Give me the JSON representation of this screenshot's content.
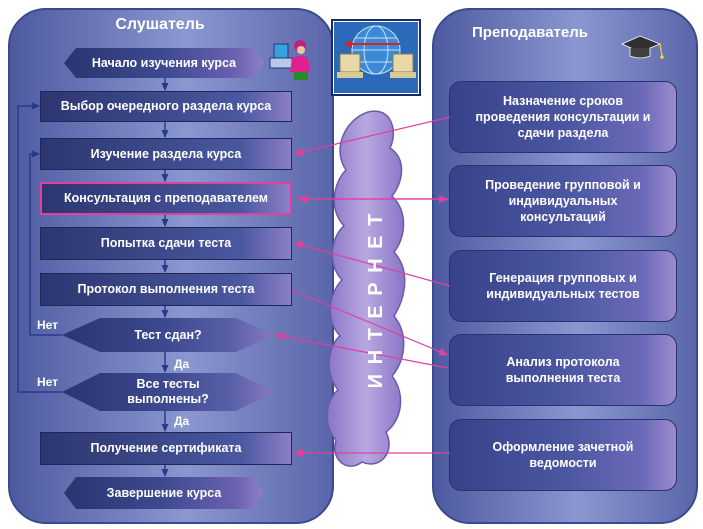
{
  "student": {
    "title": "Слушатель",
    "start": "Начало изучения курса",
    "select_section": "Выбор очередного раздела курса",
    "study_section": "Изучение раздела курса",
    "consultation": "Консультация с преподавателем",
    "test_attempt": "Попытка сдачи теста",
    "test_protocol": "Протокол выполнения теста",
    "test_passed": "Тест сдан?",
    "all_tests": "Все тесты выполнены?",
    "certificate": "Получение сертификата",
    "finish": "Завершение курса",
    "no_label_1": "Нет",
    "no_label_2": "Нет",
    "yes_label_1": "Да",
    "yes_label_2": "Да"
  },
  "teacher": {
    "title": "Преподаватель",
    "boxes": [
      "Назначение сроков проведения консультации и сдачи раздела",
      "Проведение групповой и индивидуальных консультаций",
      "Генерация групповых и индивидуальных тестов",
      "Анализ протокола выполнения теста",
      "Оформление зачетной ведомости"
    ]
  },
  "internet": {
    "label": "И Н Т Е Р Н Е Т"
  },
  "colors": {
    "arrow": "#e0409e",
    "flow": "#2a3a8a",
    "cloud": "#9a86d0"
  },
  "icons": [
    "student-at-computer-icon",
    "graduation-cap-icon",
    "network-computers-icon"
  ]
}
